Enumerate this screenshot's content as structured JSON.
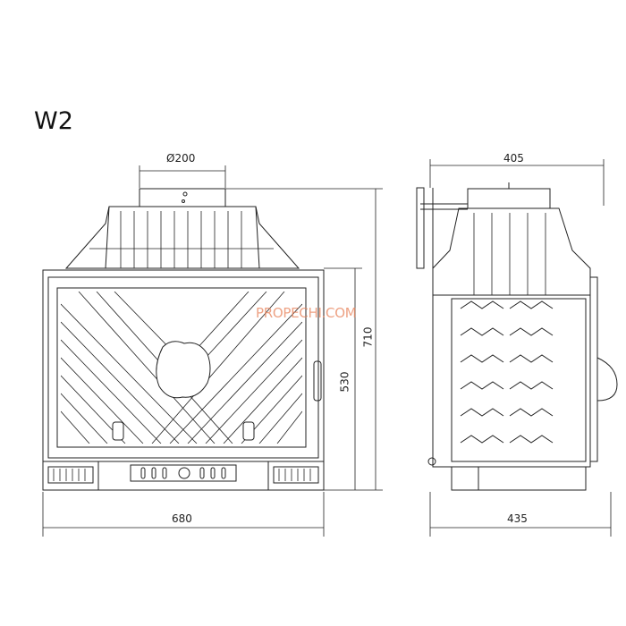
{
  "title": "W2",
  "dimensions": {
    "flue_diameter": "Ø200",
    "side_depth_top": "405",
    "total_height": "710",
    "front_height": "530",
    "front_width": "680",
    "side_depth_bottom": "435"
  },
  "watermark": "PROPECHI.COM",
  "views": [
    "front-view",
    "side-view"
  ]
}
